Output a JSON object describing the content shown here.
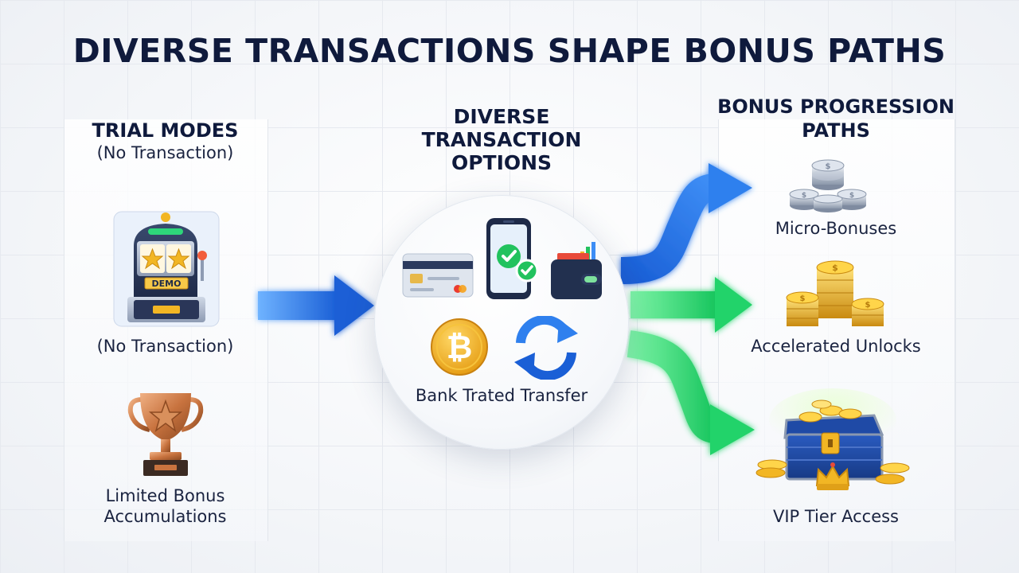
{
  "title": "DIVERSE TRANSACTIONS SHAPE BONUS PATHS",
  "left_panel": {
    "heading": "TRIAL MODES",
    "subheading": "(No Transaction)",
    "slot_label": "DEMO",
    "slot_caption": "(No Transaction)",
    "trophy_caption_line1": "Limited Bonus",
    "trophy_caption_line2": "Accumulations"
  },
  "center": {
    "heading_line1": "DIVERSE",
    "heading_line2": "TRANSACTION",
    "heading_line3": "OPTIONS",
    "caption": "Bank Trated Transfer"
  },
  "right_panel": {
    "heading_line1": "BONUS PROGRESSION",
    "heading_line2": "PATHS",
    "items": [
      {
        "label": "Micro-Bonuses"
      },
      {
        "label": "Accelerated Unlocks"
      },
      {
        "label": "VIP Tier Access"
      }
    ]
  },
  "colors": {
    "navy": "#0f1a3c",
    "blue_arrow": "#1f6fe0",
    "green_arrow": "#22d36a",
    "gold": "#f2b624"
  }
}
